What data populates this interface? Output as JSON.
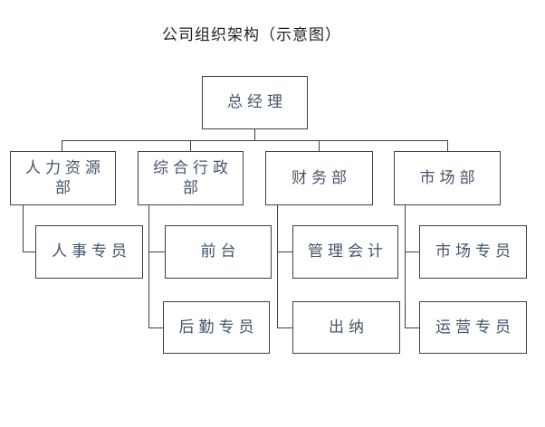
{
  "title": "公司组织架构（示意图）",
  "colors": {
    "background": "#ffffff",
    "node_fill": "#ffffff",
    "node_border": "#404040",
    "node_text": "#44546a",
    "title_text": "#1f1f1f",
    "connector": "#404040"
  },
  "org": {
    "root": {
      "label": "总经理"
    },
    "departments": [
      {
        "label": "人力资源\n部",
        "children": [
          {
            "label": "人事专员"
          }
        ]
      },
      {
        "label": "综合行政\n部",
        "children": [
          {
            "label": "前台"
          },
          {
            "label": "后勤专员"
          }
        ]
      },
      {
        "label": "财务部",
        "children": [
          {
            "label": "管理会计"
          },
          {
            "label": "出纳"
          }
        ]
      },
      {
        "label": "市场部",
        "children": [
          {
            "label": "市场专员"
          },
          {
            "label": "运营专员"
          }
        ]
      }
    ]
  }
}
